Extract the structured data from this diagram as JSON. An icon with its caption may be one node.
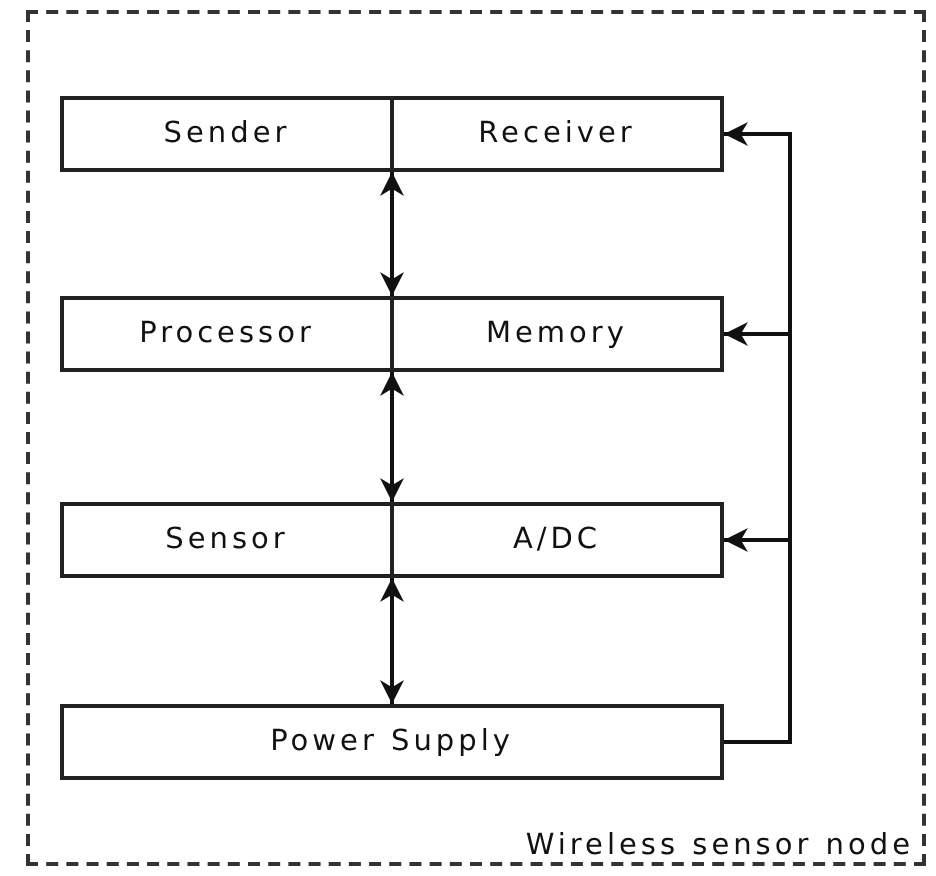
{
  "diagram": {
    "nodes": [
      {
        "text": [
          "Wireless sensor node"
        ]
      },
      {
        "text": [
          "Sender"
        ],
        "in": 0
      },
      {
        "text": [
          "Receiver"
        ],
        "in": 0
      },
      {
        "text": [
          "Processor"
        ],
        "in": 0
      },
      {
        "text": [
          "Memory"
        ],
        "in": 0
      },
      {
        "text": [
          "Sensor"
        ],
        "in": 0
      },
      {
        "text": [
          "A/DC"
        ],
        "in": 0
      },
      {
        "text": [
          "Power Supply"
        ],
        "in": 0
      }
    ],
    "edges": [
      {
        "from": 1,
        "to": 3,
        "arrow": "both"
      },
      {
        "from": 3,
        "to": 5,
        "arrow": "both"
      },
      {
        "from": 5,
        "to": 7,
        "arrow": "both"
      },
      {
        "from": 7,
        "to": 2,
        "arrow": "to"
      },
      {
        "from": 7,
        "to": 4,
        "arrow": "to"
      },
      {
        "from": 7,
        "to": 6,
        "arrow": "to"
      }
    ]
  }
}
